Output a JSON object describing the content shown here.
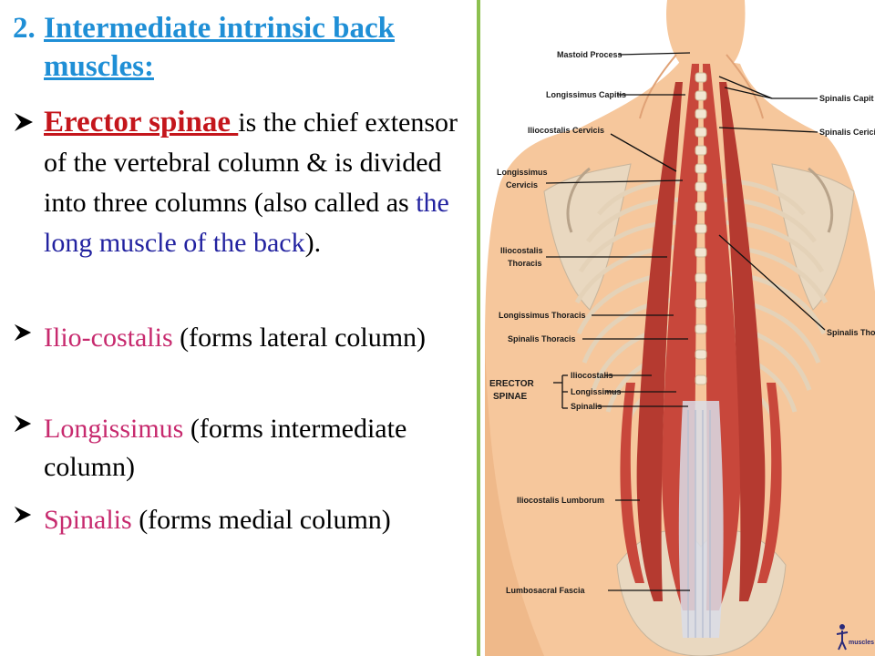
{
  "colors": {
    "heading": "#1f8fd6",
    "term_red": "#c4161c",
    "term_pink": "#c72a6e",
    "term_blue": "#2323a0",
    "divider": "#8cc04f",
    "skin": "#f6c79c",
    "muscle": "#c8473b"
  },
  "heading": {
    "number": "2.",
    "text": "Intermediate intrinsic back muscles:"
  },
  "main_bullet": {
    "icon": "arrow-bullet-icon",
    "term": "Erector spinae ",
    "text1": "is the chief extensor of the vertebral column & is divided into three columns (also called as ",
    "highlight": "the long muscle of the back",
    "text2": ")."
  },
  "sub_bullets": [
    {
      "term": "Ilio-costalis",
      "text": " (forms lateral column)"
    },
    {
      "term": "Longissimus",
      "text": " (forms intermediate column)"
    },
    {
      "term": "Spinalis",
      "text": " (forms medial column)"
    }
  ],
  "illustration": {
    "labels": {
      "mastoid": "Mastoid Process",
      "long_capitis": "Longissimus Capitis",
      "ilio_cervicis": "Iliocostalis Cervicis",
      "long_cervicis_1": "Longissimus",
      "long_cervicis_2": "Cervicis",
      "ilio_thoracis_1": "Iliocostalis",
      "ilio_thoracis_2": "Thoracis",
      "long_thoracis": "Longissimus Thoracis",
      "spin_thoracis_left": "Spinalis Thoracis",
      "erector_1": "ERECTOR",
      "erector_2": "SPINAE",
      "es_ilio": "Iliocostalis",
      "es_long": "Longissimus",
      "es_spin": "Spinalis",
      "ilio_lumborum": "Iliocostalis Lumborum",
      "lumbo_fascia": "Lumbosacral Fascia",
      "spin_capitis": "Spinalis Capit",
      "spin_cervicis": "Spinalis Cerici",
      "spin_thoracis_right": "Spinalis Tho"
    },
    "logo_text": "muscles"
  }
}
